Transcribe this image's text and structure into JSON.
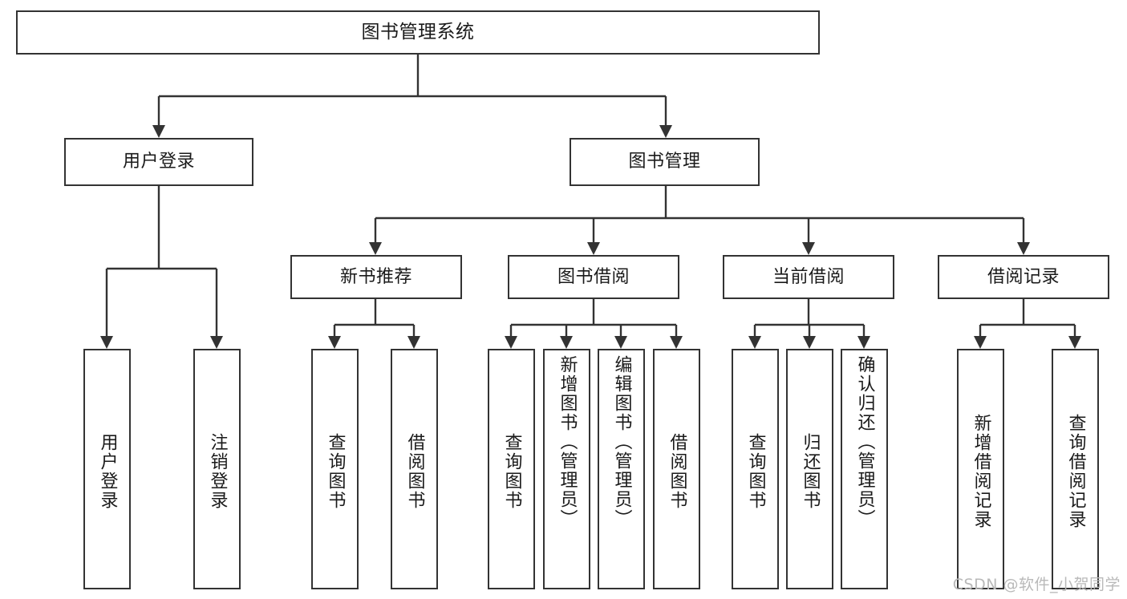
{
  "diagram": {
    "title": "图书管理系统",
    "watermark": "CSDN @软件_小贺同学",
    "accent_color": "#333333",
    "background_color": "#ffffff",
    "root": {
      "label": "图书管理系统"
    },
    "level2": [
      {
        "label": "用户登录"
      },
      {
        "label": "图书管理"
      }
    ],
    "level3": [
      {
        "label": "新书推荐"
      },
      {
        "label": "图书借阅"
      },
      {
        "label": "当前借阅"
      },
      {
        "label": "借阅记录"
      }
    ],
    "leaves": {
      "user_login": [
        {
          "label": "用户登录"
        },
        {
          "label": "注销登录"
        }
      ],
      "new_book_recommend": [
        {
          "label": "查询图书"
        },
        {
          "label": "借阅图书"
        }
      ],
      "book_borrow": [
        {
          "label": "查询图书"
        },
        {
          "label": "新增图书（管理员）"
        },
        {
          "label": "编辑图书（管理员）"
        },
        {
          "label": "借阅图书"
        }
      ],
      "current_borrow": [
        {
          "label": "查询图书"
        },
        {
          "label": "归还图书"
        },
        {
          "label": "确认归还（管理员）"
        }
      ],
      "borrow_record": [
        {
          "label": "新增借阅记录"
        },
        {
          "label": "查询借阅记录"
        }
      ]
    }
  }
}
